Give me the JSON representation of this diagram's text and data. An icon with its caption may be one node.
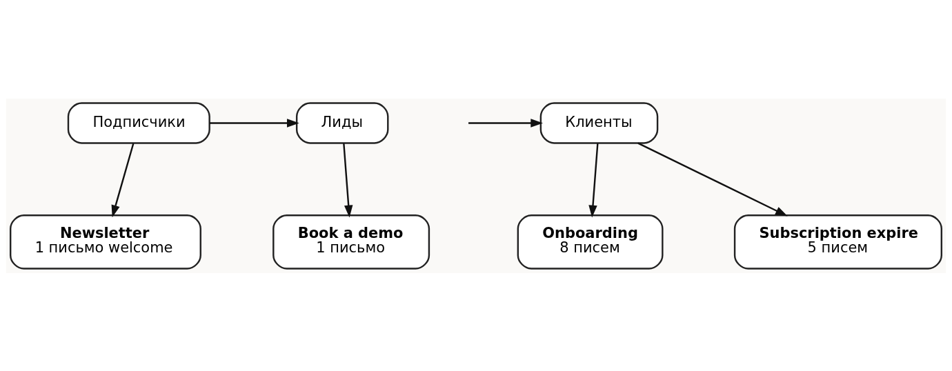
{
  "diagram": {
    "nodes": [
      {
        "text": [
          "Подписчики"
        ]
      },
      {
        "text": [
          "Лиды"
        ]
      },
      {
        "text": [
          "Клиенты"
        ]
      },
      {
        "text": [
          "Newsletter",
          "1 письмо welcome"
        ]
      },
      {
        "text": [
          "Book a demo",
          "1 письмо"
        ]
      },
      {
        "text": [
          "Onboarding",
          "8 писем"
        ]
      },
      {
        "text": [
          "Subscription expire",
          "5 писем"
        ]
      }
    ],
    "edges": [
      {
        "from": 0,
        "to": 1,
        "arrow": "to"
      },
      {
        "from": null,
        "to": 2,
        "arrow": "to"
      },
      {
        "from": 0,
        "to": 3,
        "arrow": "to"
      },
      {
        "from": 1,
        "to": 4,
        "arrow": "to"
      },
      {
        "from": 2,
        "to": 5,
        "arrow": "to"
      },
      {
        "from": 2,
        "to": 6,
        "arrow": "to"
      }
    ]
  }
}
